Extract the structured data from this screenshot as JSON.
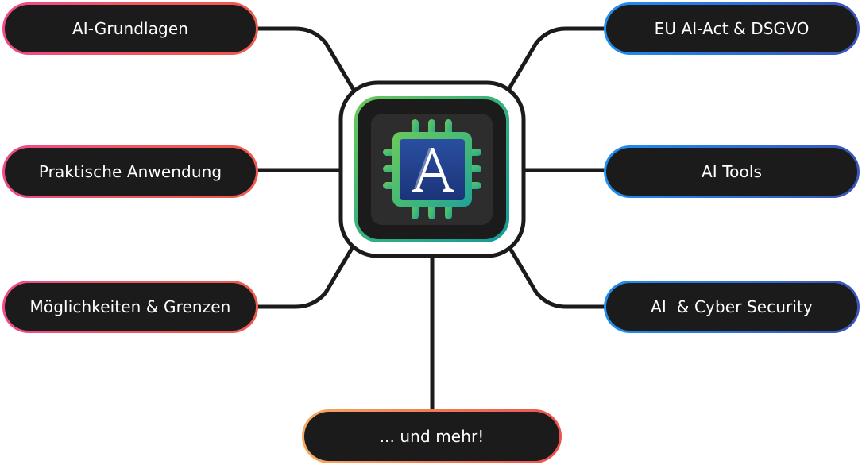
{
  "diagram": {
    "topics_left": [
      {
        "label": "AI-Grundlagen"
      },
      {
        "label": "Praktische Anwendung"
      },
      {
        "label": "Möglichkeiten & Grenzen"
      }
    ],
    "topics_right": [
      {
        "label": "EU AI-Act & DSGVO"
      },
      {
        "label": "AI Tools"
      },
      {
        "label": "AI  & Cyber Security"
      }
    ],
    "topic_bottom": {
      "label": "... und mehr!"
    },
    "center_logo": {
      "icon": "ai-chip-logo-icon",
      "letter": "A"
    },
    "colors": {
      "pill_fill": "#1b1b1b",
      "left_border": "#ef5a6b",
      "right_border": "#2f6fd6",
      "bottom_border": "#f27a55",
      "connector": "#1b1b1b",
      "chip_green": "#4dbb6a",
      "chip_teal": "#1fa89a",
      "chip_blue": "#1f3f8a"
    }
  }
}
